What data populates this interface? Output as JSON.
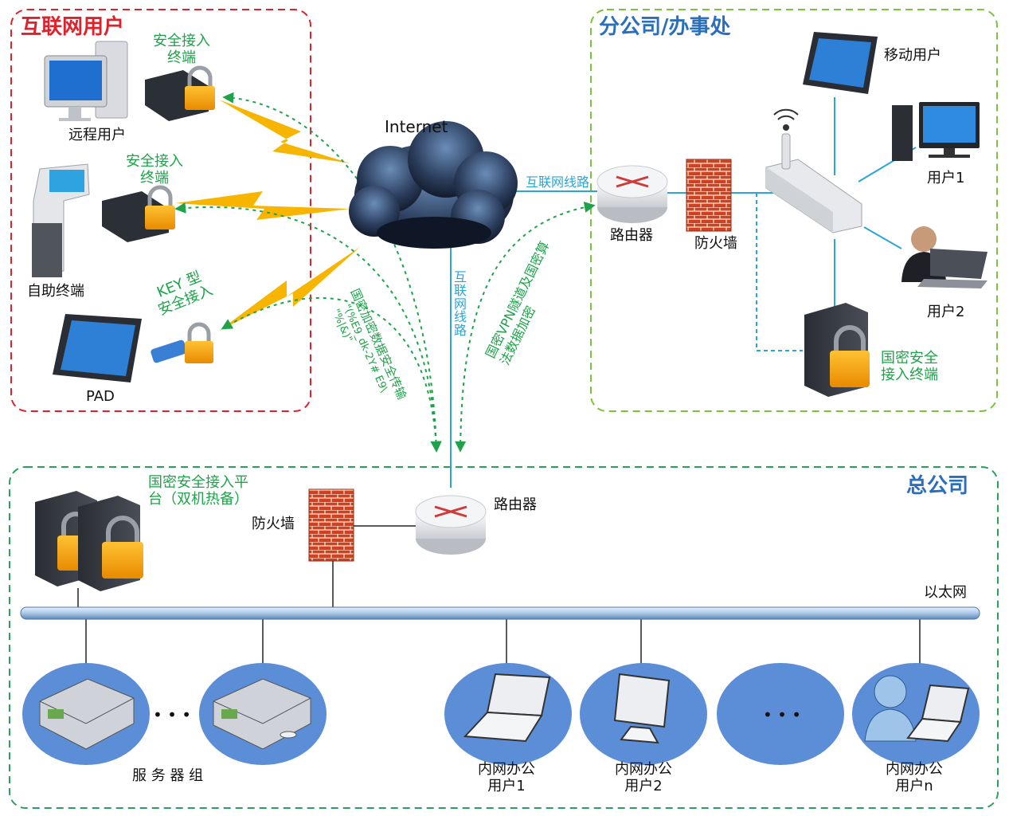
{
  "zones": {
    "internet_users": {
      "title": "互联网用户",
      "color": "#e0202a"
    },
    "branch": {
      "title": "分公司/办事处",
      "color": "#2a6fbe"
    },
    "hq": {
      "title": "总公司",
      "color": "#2a6fbe"
    }
  },
  "cloud": {
    "label": "Internet"
  },
  "internet_users": {
    "remote_user": "远程用户",
    "secure_terminal_1": "安全接入\n终端",
    "kiosk": "自助终端",
    "secure_terminal_2": "安全接入\n终端",
    "key_access": "KEY 型\n安全接入",
    "pad": "PAD"
  },
  "links": {
    "internet_line_branch": "互联网线路",
    "internet_line_hq": "互\n联\n网\n线\n路",
    "sm_encrypted": "国密加密数据安全传输",
    "sm_garbled": "\"(%E9_dk-2Y# E9\\\n\"%|&)\"",
    "vpn_tunnel": "国密VPN隧道及国密算\n法数据加密"
  },
  "branch": {
    "router": "路由器",
    "firewall": "防火墙",
    "mobile_user": "移动用户",
    "user1": "用户1",
    "user2": "用户2",
    "sm_terminal": "国密安全\n接入终端"
  },
  "hq": {
    "platform": "国密安全接入平\n台（双机热备）",
    "firewall": "防火墙",
    "router": "路由器",
    "ethernet": "以太网",
    "server_group": "服 务 器 组",
    "office_user1": "内网办公\n用户1",
    "office_user2": "内网办公\n用户2",
    "office_usern": "内网办公\n用户n",
    "dots": "• • •"
  },
  "colors": {
    "red_dash": "#e0202a",
    "green_dash": "#7cc242",
    "hq_dash": "#2aa05a",
    "cyan_line": "#2aa6d6",
    "green_arrow": "#1ea34a",
    "node_ellipse": "#5b8ed6",
    "lightning": "#f7b500"
  }
}
